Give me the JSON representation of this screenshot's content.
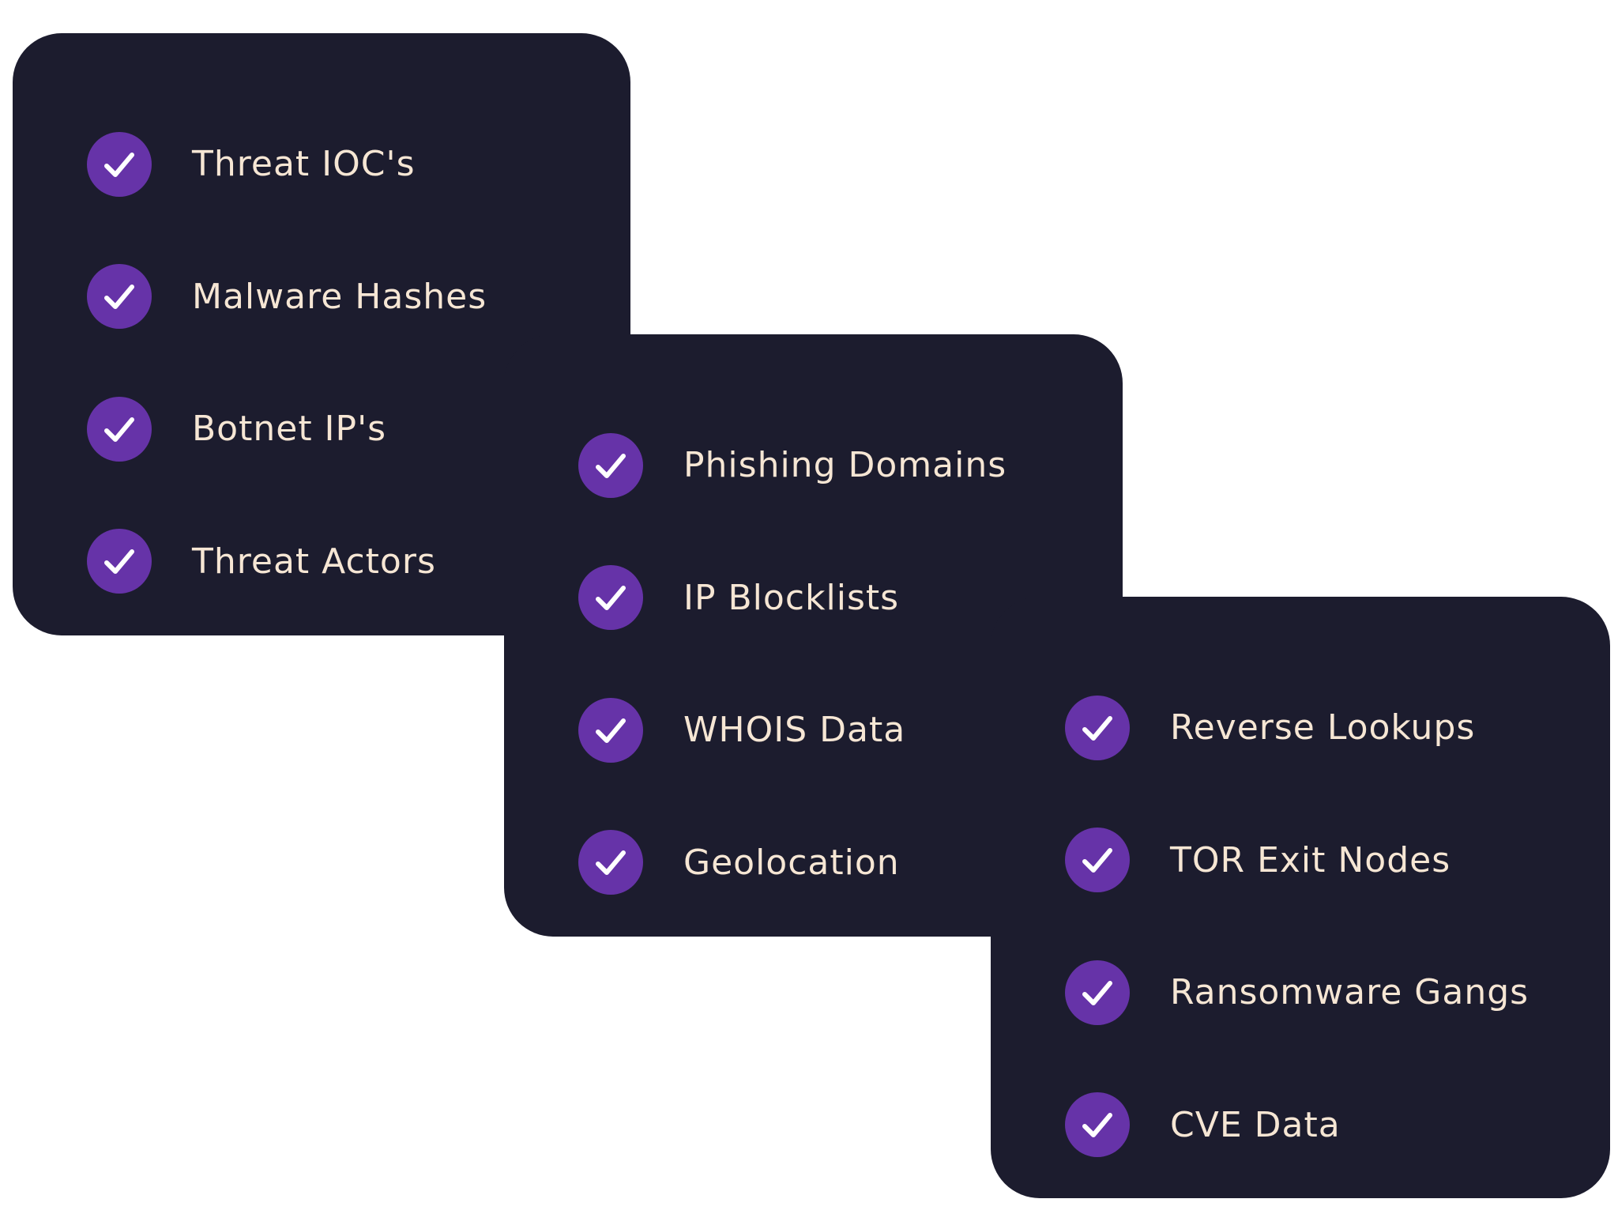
{
  "colors": {
    "background": "#ffffff",
    "card": "#1c1c2e",
    "check_circle": "#6633a8",
    "check_mark": "#ffffff",
    "label": "#f6e6d4"
  },
  "cards": [
    {
      "items": [
        {
          "label": "Threat IOC's",
          "icon": "check-icon"
        },
        {
          "label": "Malware Hashes",
          "icon": "check-icon"
        },
        {
          "label": "Botnet IP's",
          "icon": "check-icon"
        },
        {
          "label": "Threat Actors",
          "icon": "check-icon"
        }
      ]
    },
    {
      "items": [
        {
          "label": "Phishing Domains",
          "icon": "check-icon"
        },
        {
          "label": "IP Blocklists",
          "icon": "check-icon"
        },
        {
          "label": "WHOIS Data",
          "icon": "check-icon"
        },
        {
          "label": "Geolocation",
          "icon": "check-icon"
        }
      ]
    },
    {
      "items": [
        {
          "label": "Reverse Lookups",
          "icon": "check-icon"
        },
        {
          "label": "TOR Exit Nodes",
          "icon": "check-icon"
        },
        {
          "label": "Ransomware Gangs",
          "icon": "check-icon"
        },
        {
          "label": "CVE Data",
          "icon": "check-icon"
        }
      ]
    }
  ]
}
